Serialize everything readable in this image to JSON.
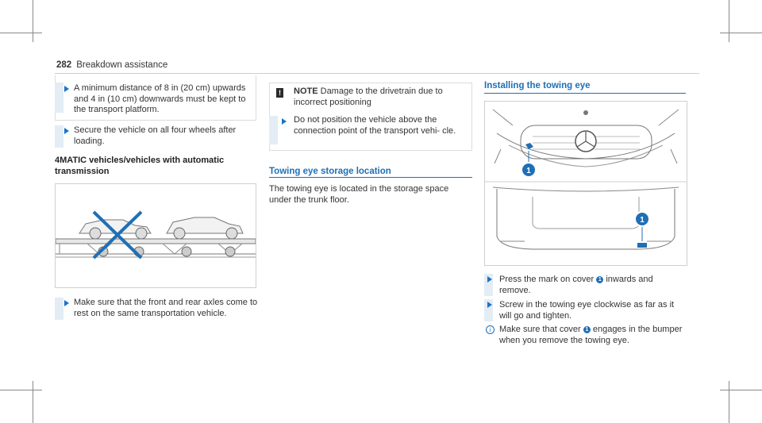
{
  "header": {
    "page_number": "282",
    "section": "Breakdown assistance"
  },
  "col1": {
    "bullet1": "A minimum distance of 8 in (20 cm) upwards and 4 in (10 cm) downwards must be kept to the transport platform.",
    "bullet2": "Secure the vehicle on all four wheels after loading.",
    "subheading": "4MATIC vehicles/vehicles with automatic transmission",
    "bullet3": "Make sure that the front and rear axles come to rest on the same transportation vehicle."
  },
  "col2": {
    "note_label": "NOTE",
    "note_text": "Damage to the drivetrain due to incorrect positioning",
    "note_bullet": "Do not position the vehicle above the connection point of the transport vehi- cle.",
    "section_title": "Towing eye storage location",
    "body": "The towing eye is located in the storage space under the trunk floor."
  },
  "col3": {
    "section_title": "Installing the towing eye",
    "callout": "1",
    "step1_a": "Press the mark on cover",
    "step1_b": "inwards and remove.",
    "step2": "Screw in the towing eye clockwise as far as it will go and tighten.",
    "info_a": "Make sure that cover",
    "info_b": "engages in the bumper when you remove the towing eye."
  },
  "colors": {
    "accent": "#1f6fb5",
    "bullet": "#1a73c8"
  }
}
